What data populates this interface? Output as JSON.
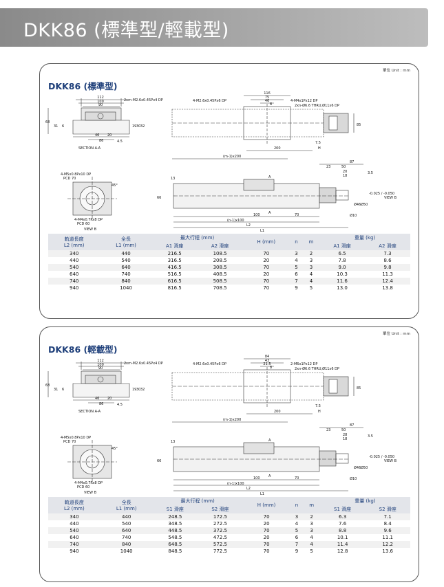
{
  "banner": {
    "title": "DKK86 (標準型/輕載型)"
  },
  "panels": [
    {
      "unit": "單位 Unit : mm",
      "title": "DKK86 (標準型)",
      "dims": {
        "top_overall": "116",
        "top_mid": "75",
        "top_inner": "46",
        "top_small": "8",
        "tap_holes": "4-M2.6x0.45Px6 DP",
        "center_holes": "4-M4x1Px12 DP",
        "side_holes": "2xm-M2.6x0.45Px4 DP",
        "thru_holes": "2xn-Ø6.6 THRU,Ø11x6 DP",
        "ww1": "112",
        "ww2": "100",
        "ww3": "90",
        "h68": "68",
        "d31": "31",
        "d6": "6",
        "d46": "46",
        "d20": "20",
        "d86": "86",
        "d45": "4.5",
        "d19": "19",
        "d30": "30",
        "d32": "32",
        "sec": "SECTION A-A",
        "d200": "200",
        "d75": "7.5",
        "H": "H",
        "m200": "(m-1)x200",
        "h85": "85",
        "v1": "4-M5x0.8Px10 DP",
        "v2": "PCD 70",
        "v3": "4-M4x0.7Px8 DP",
        "v4": "PCD 60",
        "viewb": "VIEW B",
        "angle": "45°",
        "d13": "13",
        "A": "A",
        "d100": "100",
        "d70": "70",
        "n100": "(n-1)x100",
        "L2": "L2",
        "L1": "L1",
        "d66": "66",
        "r87": "87",
        "r23": "23",
        "r50": "50",
        "r20": "20",
        "r18": "18",
        "r35": "3.5",
        "o46": "Ø46",
        "o50": "Ø50",
        "o10": "Ø10",
        "fit46": "-0.025 / -0.050"
      },
      "table": {
        "h_l2": "軌道長度\nL2 (mm)",
        "h_l1": "全長\nL1 (mm)",
        "h_stroke": "最大行程 (mm)",
        "h_s1": "A1 滑座",
        "h_s2": "A2 滑座",
        "h_H": "H (mm)",
        "h_n": "n",
        "h_m": "m",
        "h_w": "重量 (kg)",
        "h_w1": "A1 滑座",
        "h_w2": "A2 滑座",
        "rows": [
          [
            "340",
            "440",
            "216.5",
            "108.5",
            "70",
            "3",
            "2",
            "6.5",
            "7.3"
          ],
          [
            "440",
            "540",
            "316.5",
            "208.5",
            "20",
            "4",
            "3",
            "7.8",
            "8.6"
          ],
          [
            "540",
            "640",
            "416.5",
            "308.5",
            "70",
            "5",
            "3",
            "9.0",
            "9.8"
          ],
          [
            "640",
            "740",
            "516.5",
            "408.5",
            "20",
            "6",
            "4",
            "10.3",
            "11.3"
          ],
          [
            "740",
            "840",
            "616.5",
            "508.5",
            "70",
            "7",
            "4",
            "11.6",
            "12.4"
          ],
          [
            "940",
            "1040",
            "816.5",
            "708.5",
            "70",
            "9",
            "5",
            "13.0",
            "13.8"
          ]
        ]
      }
    },
    {
      "unit": "單位 Unit : mm",
      "title": "DKK86 (輕載型)",
      "dims": {
        "top_overall": "84",
        "top_mid": "43",
        "top_inner": "21.5",
        "top_small": "8",
        "tap_holes": "4-M2.6x0.45Px6 DP",
        "center_holes": "2-M6x1Px12 DP",
        "side_holes": "2xm-M2.6x0.45Px4 DP",
        "thru_holes": "2xn-Ø6.6 THRU,Ø11x6 DP",
        "ww1": "112",
        "ww2": "100",
        "ww3": "90",
        "h68": "68",
        "d31": "31",
        "d6": "6",
        "d46": "46",
        "d20": "20",
        "d86": "86",
        "d45": "4.5",
        "d19": "19",
        "d30": "30",
        "d32": "32",
        "sec": "SECTION A-A",
        "d200": "200",
        "d75": "7.5",
        "H": "H",
        "m200": "(m-1)x200",
        "h85": "85",
        "v1": "4-M5x0.8Px10 DP",
        "v2": "PCD 70",
        "v3": "4-M4x0.7Px8 DP",
        "v4": "PCD 60",
        "viewb": "VIEW B",
        "angle": "45°",
        "d13": "13",
        "A": "A",
        "d100": "100",
        "d70": "70",
        "n100": "(n-1)x100",
        "L2": "L2",
        "L1": "L1",
        "d66": "66",
        "r87": "87",
        "r23": "23",
        "r50": "50",
        "r20": "28",
        "r18": "18",
        "r35": "3.5",
        "o46": "Ø46",
        "o50": "Ø50",
        "o10": "Ø10",
        "fit46": "-0.025 / -0.050"
      },
      "table": {
        "h_l2": "軌道長度\nL2 (mm)",
        "h_l1": "全長\nL1 (mm)",
        "h_stroke": "最大行程 (mm)",
        "h_s1": "S1 滑座",
        "h_s2": "S2 滑座",
        "h_H": "H (mm)",
        "h_n": "n",
        "h_m": "m",
        "h_w": "重量 (kg)",
        "h_w1": "S1 滑座",
        "h_w2": "S2 滑座",
        "rows": [
          [
            "340",
            "440",
            "248.5",
            "172.5",
            "70",
            "3",
            "2",
            "6.3",
            "7.1"
          ],
          [
            "440",
            "540",
            "348.5",
            "272.5",
            "20",
            "4",
            "3",
            "7.6",
            "8.4"
          ],
          [
            "540",
            "640",
            "448.5",
            "372.5",
            "70",
            "5",
            "3",
            "8.8",
            "9.6"
          ],
          [
            "640",
            "740",
            "548.5",
            "472.5",
            "20",
            "6",
            "4",
            "10.1",
            "11.1"
          ],
          [
            "740",
            "840",
            "648.5",
            "572.5",
            "70",
            "7",
            "4",
            "11.4",
            "12.2"
          ],
          [
            "940",
            "1040",
            "848.5",
            "772.5",
            "70",
            "9",
            "5",
            "12.8",
            "13.6"
          ]
        ]
      }
    }
  ]
}
